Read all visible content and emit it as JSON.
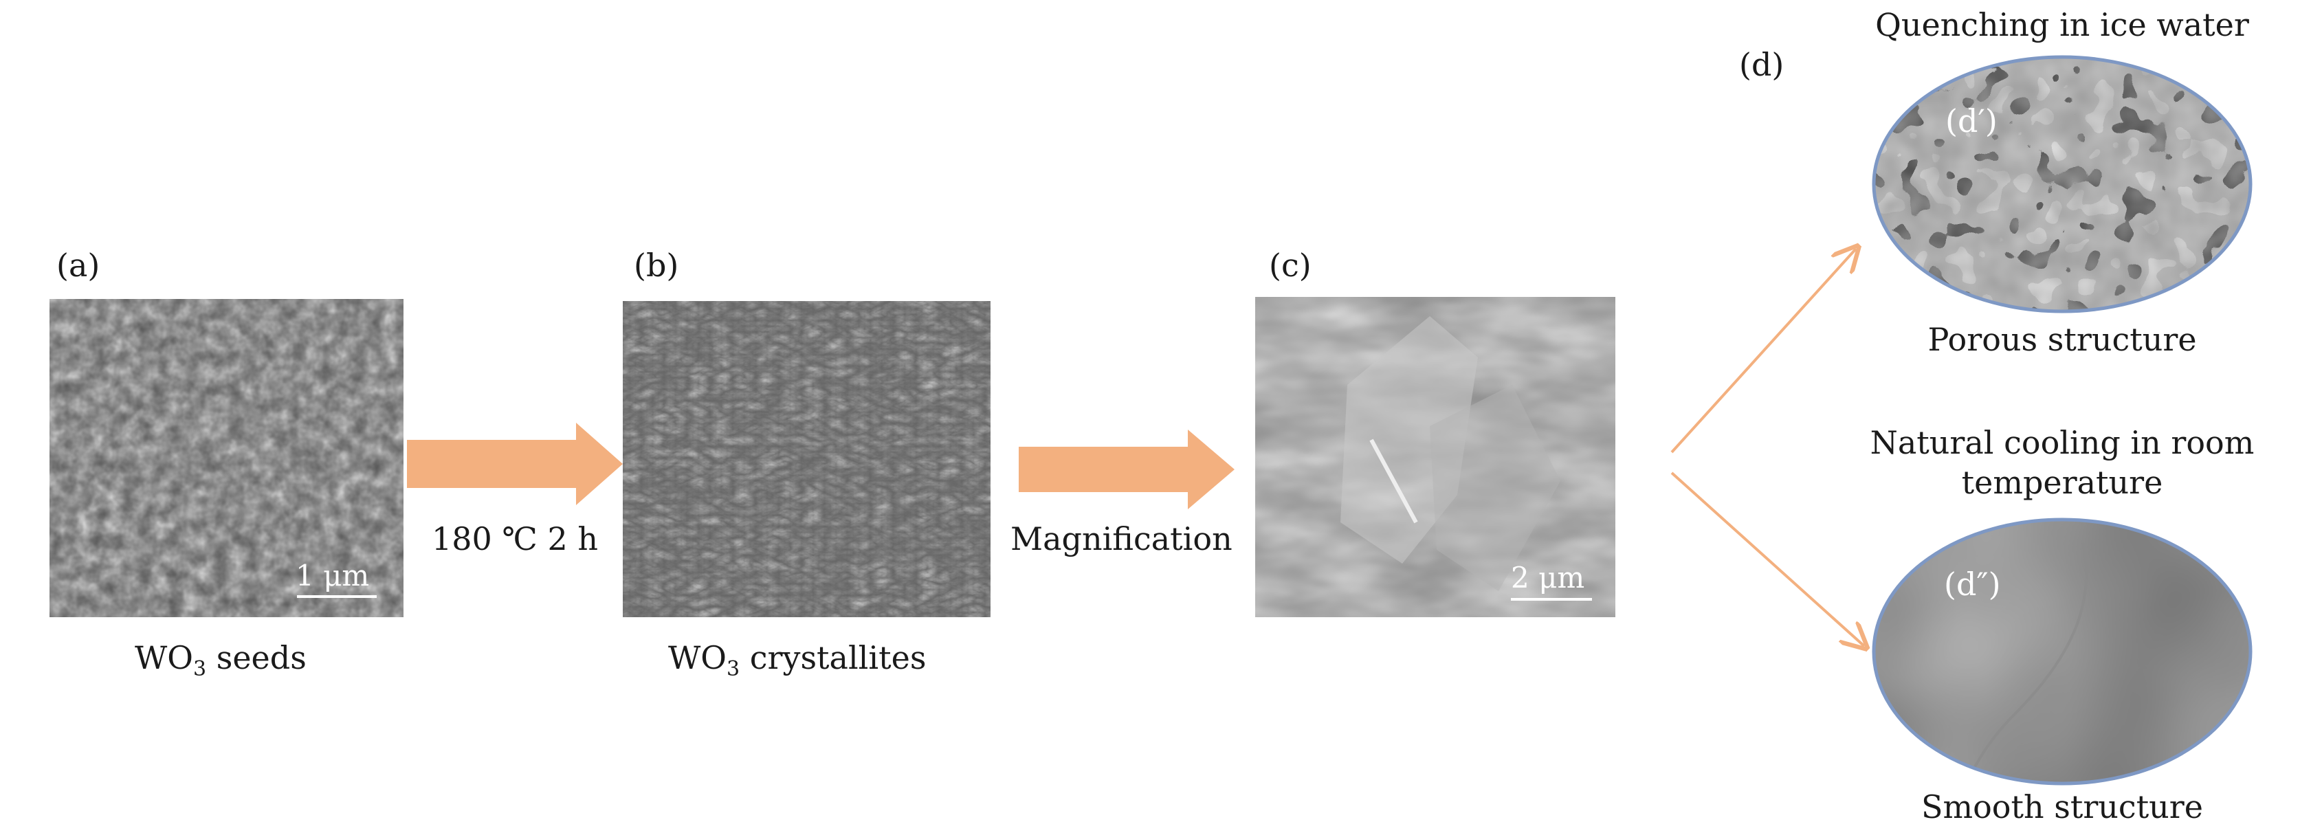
{
  "panels": {
    "a": {
      "label": "(a)",
      "caption_main": "WO",
      "caption_sub": "3",
      "caption_rest": " seeds",
      "scale": "1 μm"
    },
    "b": {
      "label": "(b)",
      "caption_main": "WO",
      "caption_sub": "3",
      "caption_rest": " crystallites"
    },
    "c": {
      "label": "(c)",
      "scale": "2 μm"
    },
    "d": {
      "label": "(d)"
    },
    "d1": {
      "inner_label": "(d′)",
      "title": "Quenching in ice water",
      "caption": "Porous structure"
    },
    "d2": {
      "inner_label": "(d″)",
      "title_line1": "Natural cooling in room",
      "title_line2": "temperature",
      "caption": "Smooth structure"
    }
  },
  "arrows": {
    "ab": {
      "label": "180 ℃ 2 h"
    },
    "bc": {
      "label": "Magnification"
    }
  },
  "colors": {
    "arrow": "#f3b07f",
    "ellipse_border": "#7e98c4"
  }
}
